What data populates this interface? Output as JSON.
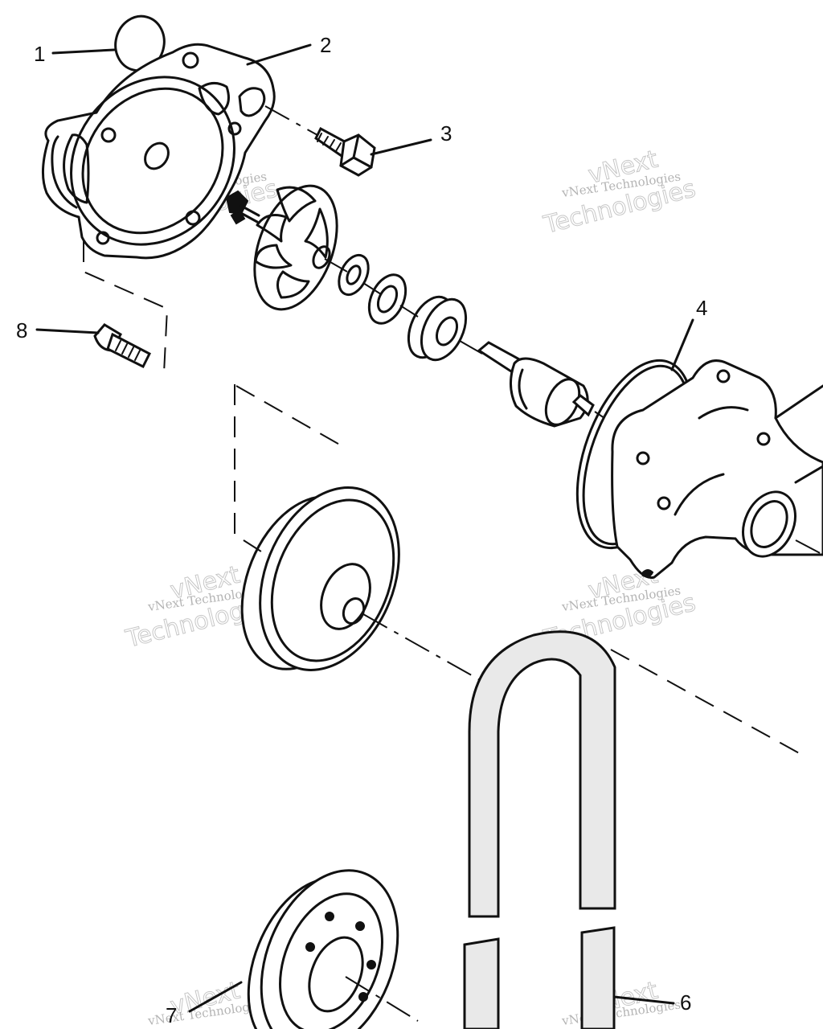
{
  "callouts": [
    {
      "id": "1",
      "label": "1"
    },
    {
      "id": "2",
      "label": "2"
    },
    {
      "id": "3",
      "label": "3"
    },
    {
      "id": "4",
      "label": "4"
    },
    {
      "id": "6",
      "label": "6"
    },
    {
      "id": "7",
      "label": "7"
    },
    {
      "id": "8",
      "label": "8"
    }
  ],
  "watermark": {
    "line1": "vNext Technologies",
    "line2": "Technologies",
    "line3": "vNext"
  }
}
